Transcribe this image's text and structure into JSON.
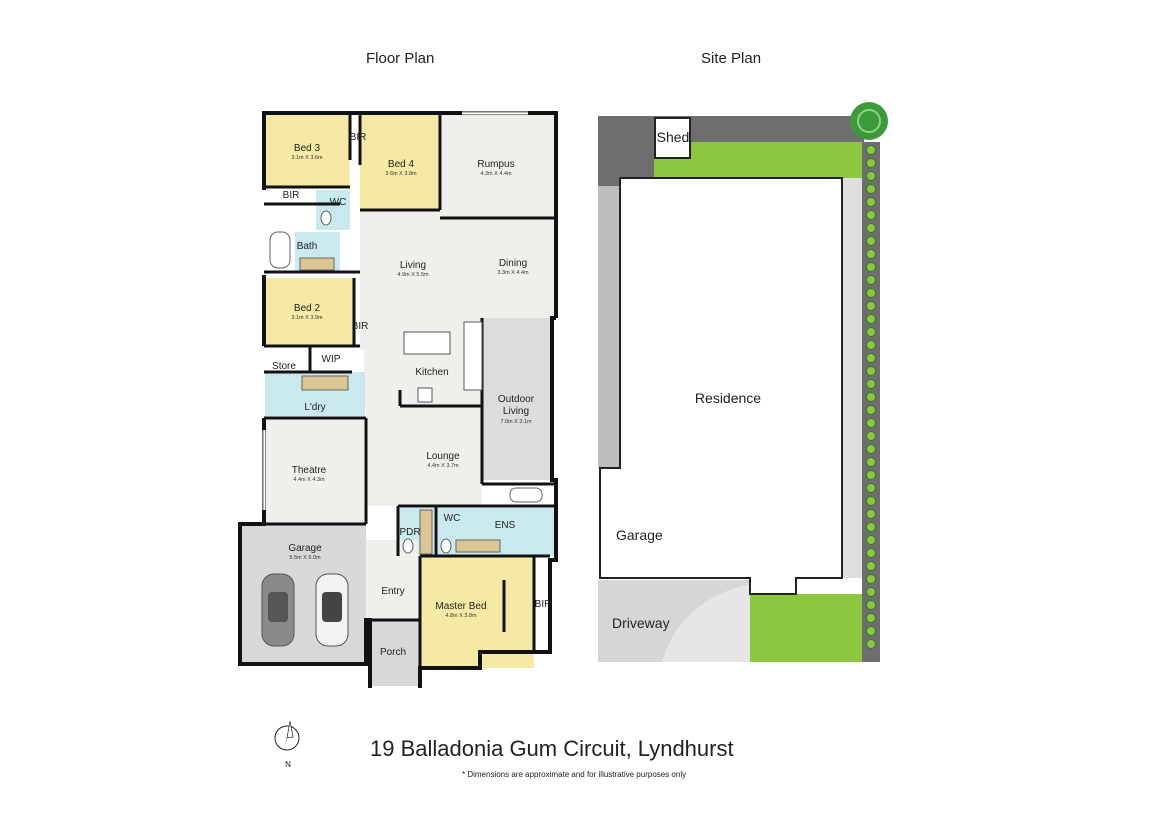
{
  "headings": {
    "floor_plan": "Floor Plan",
    "site_plan": "Site Plan"
  },
  "rooms": {
    "bed3": {
      "name": "Bed 3",
      "dim": "3.1m X 3.6m"
    },
    "bed4": {
      "name": "Bed 4",
      "dim": "3.6m X 3.8m"
    },
    "rumpus": {
      "name": "Rumpus",
      "dim": "4.3m X 4.4m"
    },
    "bed2": {
      "name": "Bed 2",
      "dim": "3.1m X 3.9m"
    },
    "living": {
      "name": "Living",
      "dim": "4.9m X 5.5m"
    },
    "dining": {
      "name": "Dining",
      "dim": "3.3m X 4.4m"
    },
    "outdoor_line1": "Outdoor",
    "outdoor_line2": "Living",
    "outdoor_dim": "7.0m X 3.1m",
    "theatre": {
      "name": "Theatre",
      "dim": "4.4m X 4.3m"
    },
    "lounge": {
      "name": "Lounge",
      "dim": "4.4m X 3.7m"
    },
    "garage": {
      "name": "Garage",
      "dim": "5.5m X 6.0m"
    },
    "master": {
      "name": "Master Bed",
      "dim": "4.8m X 3.8m"
    },
    "bir": "BIR",
    "wc": "WC",
    "bath": "Bath",
    "wip": "WIP",
    "store": "Store",
    "kitchen": "Kitchen",
    "ldry": "L'dry",
    "pdr": "PDR",
    "ens": "ENS",
    "entry": "Entry",
    "porch": "Porch"
  },
  "site": {
    "shed": "Shed",
    "residence": "Residence",
    "garage": "Garage",
    "driveway": "Driveway"
  },
  "compass": {
    "letter": "N"
  },
  "footer": {
    "address": "19 Balladonia Gum Circuit, Lyndhurst",
    "disclaimer": "* Dimensions are approximate and for illustrative purposes only"
  }
}
